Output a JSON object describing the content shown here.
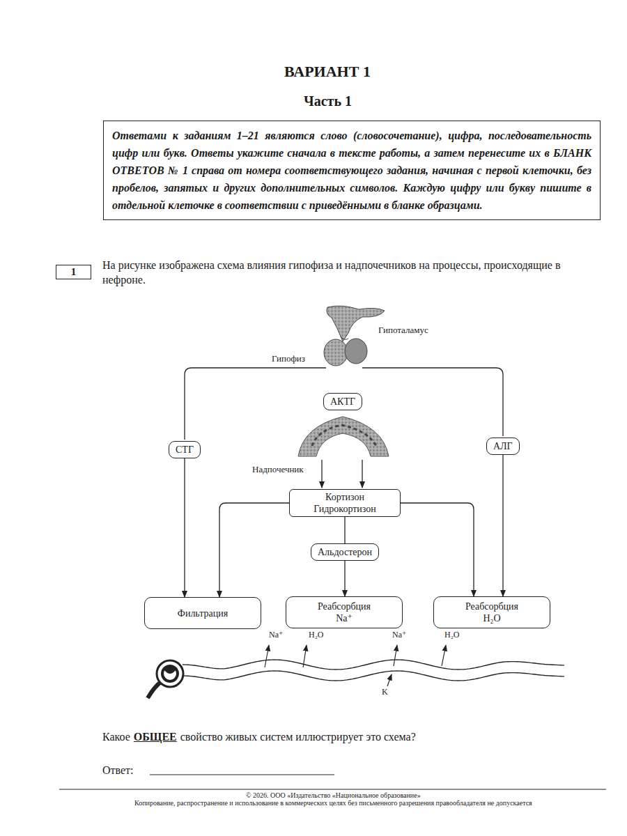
{
  "diagram": {
    "title": "ВАРИАНТ 1",
    "nodes": [
      {
        "text": [
          "Ответами к заданиям 1–21 являются слово (словосочетание), цифра, последовательность цифр или букв. Ответы укажите сначала в тексте работы, а затем перенесите их в БЛАНК ОТВЕТОВ № 1 справа от номера соответствующего задания, начиная с первой клеточки, без пробелов, запятых и других дополнительных символов. Каждую цифру или букву пишите в отдельной клеточке в соответствии с приведёнными в бланке образцами."
        ]
      },
      {
        "text": [
          "1"
        ]
      },
      {
        "text": [
          "АКТГ"
        ]
      },
      {
        "text": [
          "СТГ"
        ]
      },
      {
        "text": [
          "АЛГ"
        ]
      },
      {
        "text": [
          "Кортизон Гидрокортизон"
        ]
      },
      {
        "text": [
          "Альдостерон"
        ]
      },
      {
        "text": [
          "Фильтрация"
        ]
      },
      {
        "text": [
          "Реабсорбция Na⁺"
        ]
      },
      {
        "text": [
          "Реабсорбция H₂O"
        ]
      }
    ],
    "edges": [
      {
        "from": 3,
        "to": 7,
        "arrow": "to"
      },
      {
        "from": 5,
        "to": 7,
        "arrow": "to"
      },
      {
        "from": 5,
        "to": 6,
        "arrow": "none"
      },
      {
        "from": 6,
        "to": 8,
        "arrow": "to"
      },
      {
        "from": 5,
        "to": 9,
        "arrow": "to"
      },
      {
        "from": 4,
        "to": 9,
        "arrow": "to"
      }
    ],
    "labels": [
      "Часть 1",
      "На рисунке изображена схема влияния гипофиза и надпочечников на процессы, происходящие в нефроне.",
      "Гипоталамус",
      "Гипофиз",
      "Надпочечник",
      "Na⁺",
      "H₂O",
      "Na⁺",
      "H₂O",
      "K",
      "Какое",
      "ОБЩЕЕ",
      "свойство живых систем иллюстрирует это схема?",
      "Ответ:",
      "© 2026. ООО «Издательство «Национальное образование»",
      "Копирование, распространение и использование в коммерческих целях без письменного разрешения правообладателя не допускается"
    ]
  }
}
